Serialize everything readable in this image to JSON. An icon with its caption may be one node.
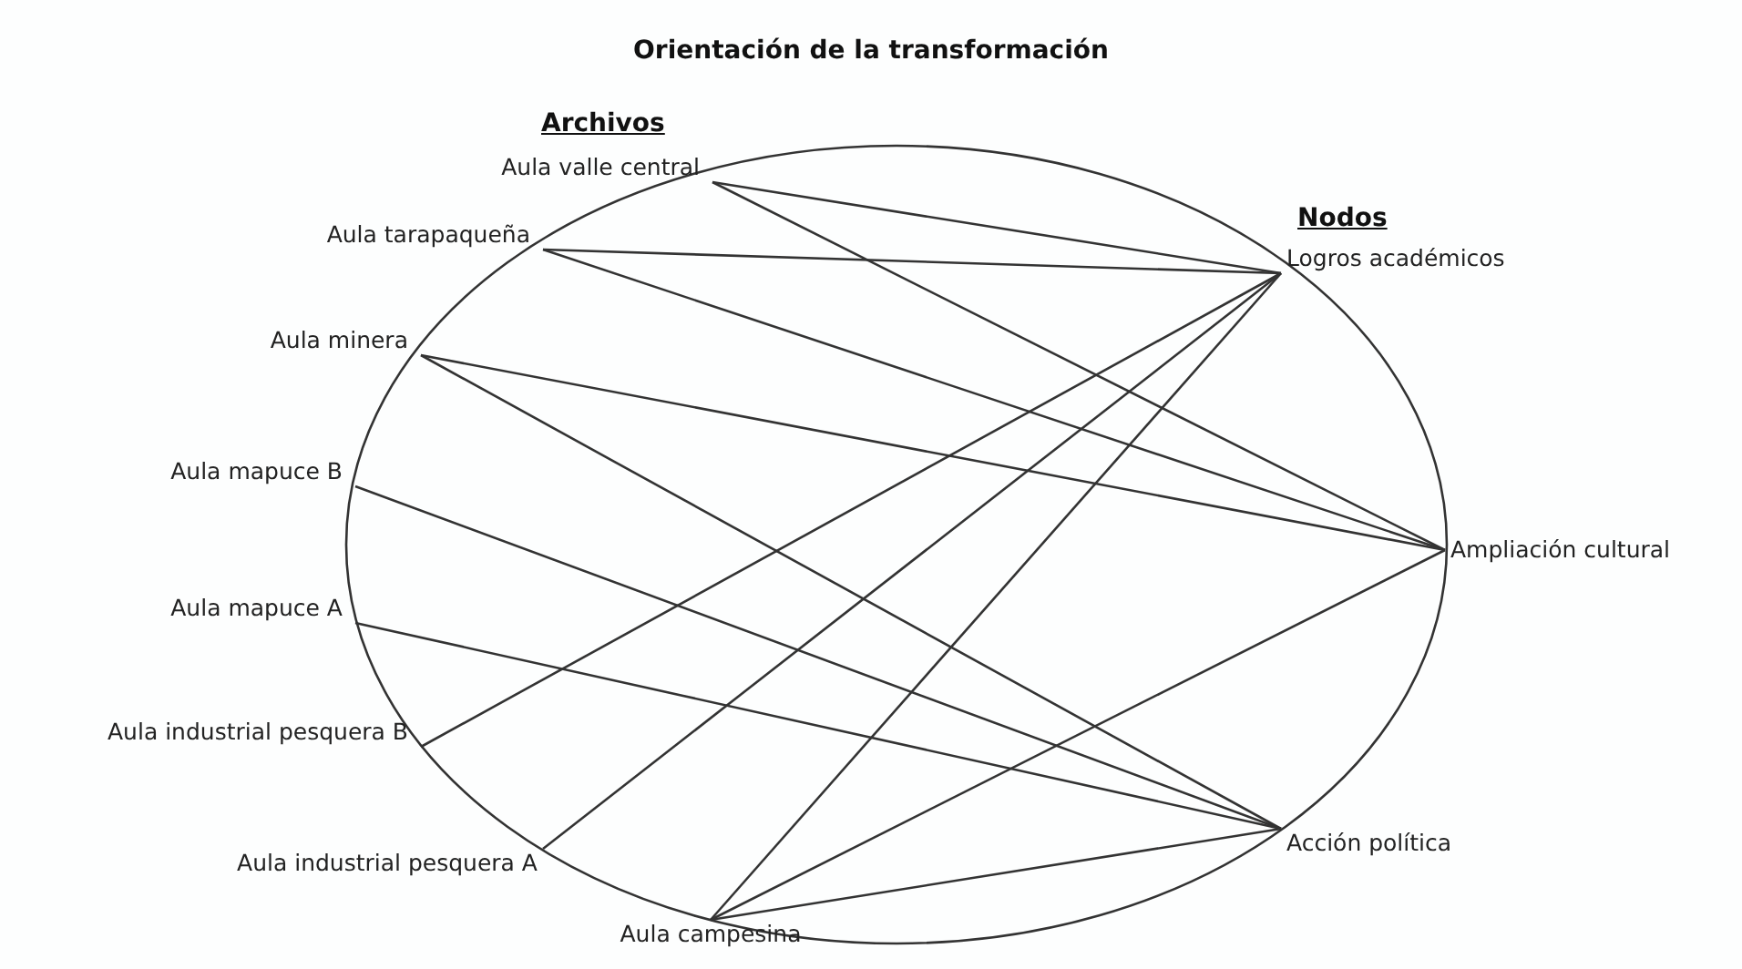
{
  "diagram": {
    "title": "Orientación de la transformación",
    "nodes": [
      {
        "text": [
          "Aula valle central"
        ]
      },
      {
        "text": [
          "Aula tarapaqueña"
        ]
      },
      {
        "text": [
          "Aula minera"
        ]
      },
      {
        "text": [
          "Aula mapuce B"
        ]
      },
      {
        "text": [
          "Aula mapuce  A"
        ]
      },
      {
        "text": [
          "Aula industrial pesquera B"
        ]
      },
      {
        "text": [
          "Aula industrial pesquera A"
        ]
      },
      {
        "text": [
          "Aula campesina"
        ]
      },
      {
        "text": [
          "Logros académicos"
        ]
      },
      {
        "text": [
          "Ampliación cultural"
        ]
      },
      {
        "text": [
          "Acción política"
        ]
      }
    ],
    "edges": [
      {
        "from": 0,
        "to": 8,
        "arrow": "none"
      },
      {
        "from": 0,
        "to": 9,
        "arrow": "none"
      },
      {
        "from": 1,
        "to": 8,
        "arrow": "none"
      },
      {
        "from": 1,
        "to": 9,
        "arrow": "none"
      },
      {
        "from": 2,
        "to": 9,
        "arrow": "none"
      },
      {
        "from": 2,
        "to": 10,
        "arrow": "none"
      },
      {
        "from": 3,
        "to": 10,
        "arrow": "none"
      },
      {
        "from": 4,
        "to": 10,
        "arrow": "none"
      },
      {
        "from": 5,
        "to": 8,
        "arrow": "none"
      },
      {
        "from": 6,
        "to": 8,
        "arrow": "none"
      },
      {
        "from": 7,
        "to": 8,
        "arrow": "none"
      },
      {
        "from": 7,
        "to": 9,
        "arrow": "none"
      },
      {
        "from": 7,
        "to": 10,
        "arrow": "none"
      }
    ],
    "labels": [
      "Archivos",
      "Nodos"
    ]
  }
}
